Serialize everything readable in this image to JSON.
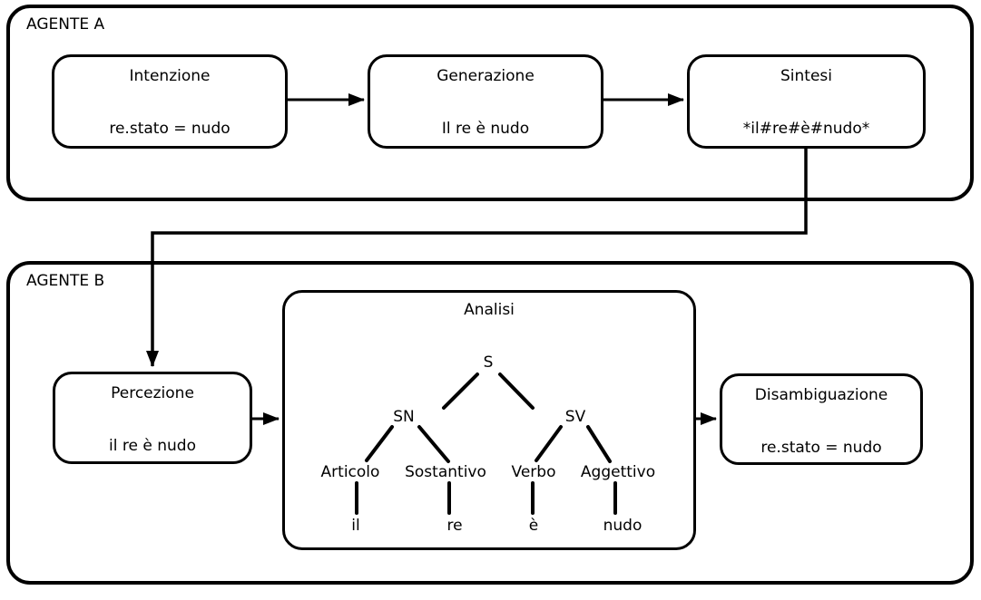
{
  "colors": {
    "stroke": "#000000",
    "background": "#ffffff"
  },
  "agent_a": {
    "label": "AGENTE A",
    "intenzione": {
      "title": "Intenzione",
      "content": "re.stato = nudo"
    },
    "generazione": {
      "title": "Generazione",
      "content": "Il re è nudo"
    },
    "sintesi": {
      "title": "Sintesi",
      "content": "*il#re#è#nudo*"
    }
  },
  "agent_b": {
    "label": "AGENTE B",
    "percezione": {
      "title": "Percezione",
      "content": "il re è nudo"
    },
    "disambiguazione": {
      "title": "Disambiguazione",
      "content": "re.stato = nudo"
    },
    "analisi": {
      "title": "Analisi",
      "tree": {
        "root": "S",
        "phrase_nodes": [
          "SN",
          "SV"
        ],
        "category_nodes": [
          "Articolo",
          "Sostantivo",
          "Verbo",
          "Aggettivo"
        ],
        "leaf_nodes": [
          "il",
          "re",
          "è",
          "nudo"
        ]
      }
    }
  }
}
